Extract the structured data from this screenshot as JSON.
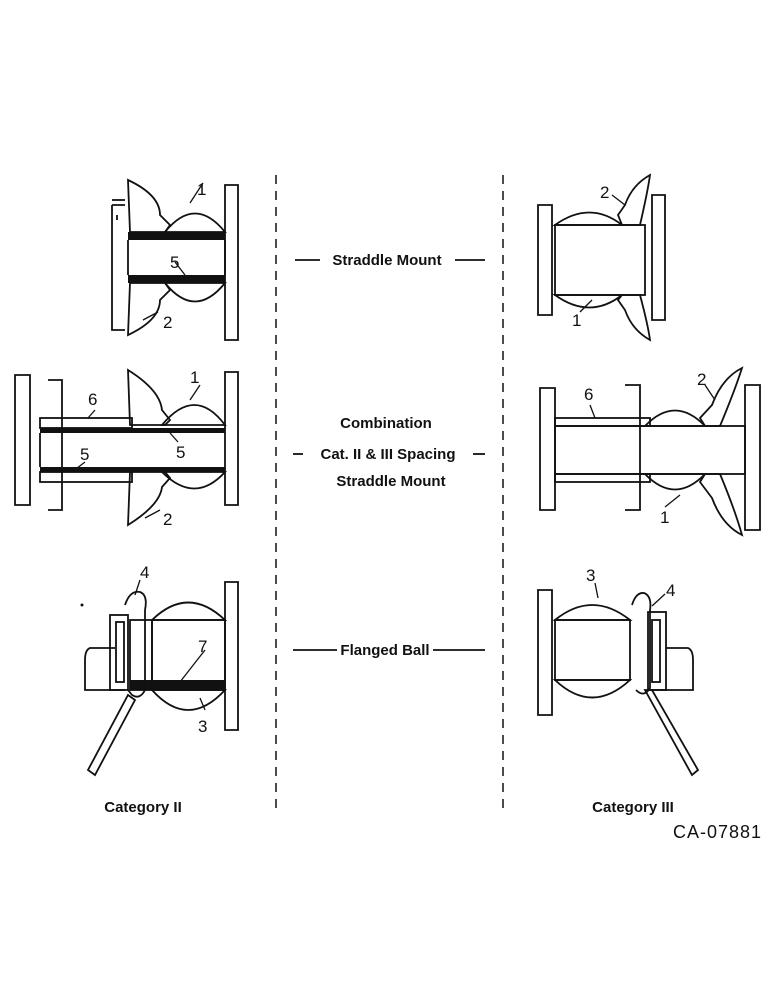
{
  "labels": {
    "straddle_mount": "Straddle Mount",
    "combination_line1": "Combination",
    "combination_line2": "Cat. II & III Spacing",
    "combination_line3": "Straddle Mount",
    "flanged_ball": "Flanged Ball",
    "category_left": "Category II",
    "category_right": "Category III",
    "figure_code": "CA-07881"
  },
  "callouts": {
    "top_left": [
      "1",
      "5",
      "2"
    ],
    "middle_left": [
      "6",
      "1",
      "5",
      "5",
      "2"
    ],
    "bottom_left": [
      "4",
      "7",
      "3"
    ],
    "top_right": [
      "2",
      "1"
    ],
    "middle_right": [
      "6",
      "2",
      "1"
    ],
    "bottom_right": [
      "3",
      "4"
    ]
  }
}
